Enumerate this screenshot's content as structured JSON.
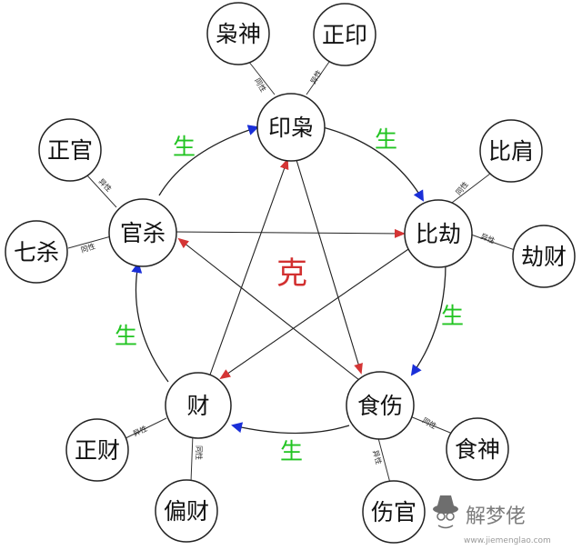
{
  "main_nodes": {
    "yin": "印枭",
    "bi": "比劫",
    "shi": "食伤",
    "cai": "财",
    "guan": "官杀"
  },
  "sub_nodes": {
    "xiao_shen": "枭神",
    "zheng_yin": "正印",
    "bi_jian": "比肩",
    "jie_cai": "劫财",
    "shi_shen": "食神",
    "shang_guan": "伤官",
    "pian_cai": "偏财",
    "zheng_cai": "正财",
    "qi_sha": "七杀",
    "zheng_guan": "正官"
  },
  "link_labels": {
    "tong_xing": "同性",
    "yi_xing": "异性"
  },
  "cycle_labels": {
    "sheng": "生",
    "ke": "克"
  },
  "watermark": {
    "brand": "解梦佬",
    "url": "www.jiemenglao.com"
  },
  "colors": {
    "arrow_sheng": "#1a2fd8",
    "arrow_ke": "#d43535",
    "sheng_text": "#22c422",
    "ke_text": "#d23030"
  }
}
